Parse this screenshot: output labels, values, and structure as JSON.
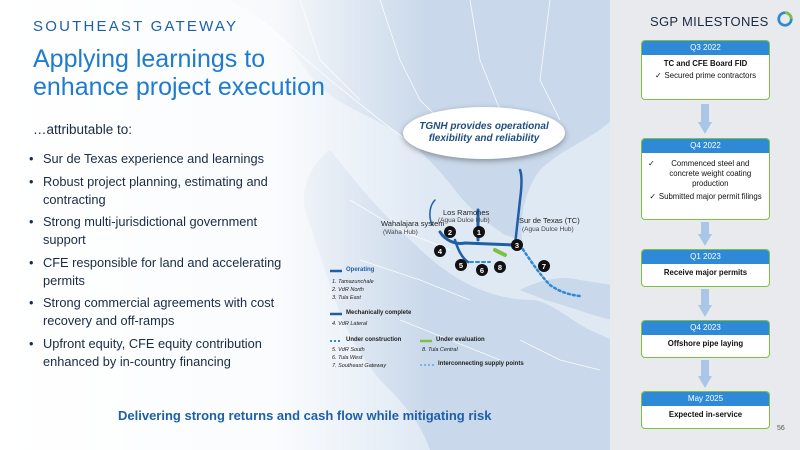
{
  "header": {
    "eyebrow": "SOUTHEAST GATEWAY",
    "title": "Applying learnings to enhance project execution"
  },
  "subtitle": "…attributable to:",
  "bullets": [
    "Sur de Texas experience and learnings",
    "Robust project planning, estimating and contracting",
    "Strong multi-jurisdictional government support",
    "CFE responsible for land and accelerating permits",
    "Strong commercial agreements with cost recovery and off-ramps",
    "Upfront equity, CFE equity contribution enhanced by in-country financing"
  ],
  "footer": "Delivering strong returns and cash flow while mitigating risk",
  "map": {
    "callout": "TGNH provides operational flexibility and reliability",
    "labels": {
      "waha": "Wahalajara system",
      "waha_sub": "(Waha Hub)",
      "ramones": "Los Ramones",
      "ramones_sub": "(Agua Dulce Hub)",
      "sdt": "Sur de Texas (TC)",
      "sdt_sub": "(Agua Dulce Hub)"
    },
    "markers": [
      "1",
      "2",
      "3",
      "4",
      "5",
      "6",
      "7",
      "8"
    ],
    "legend": {
      "operating": "Operating",
      "operating_items": [
        "1.    Tamazunchale",
        "2.    VdR North",
        "3.    Tula East"
      ],
      "mech": "Mechanically complete",
      "mech_items": [
        "4.    VdR Lateral"
      ],
      "under_construction": "Under construction",
      "uc_items": [
        "5.    VdR South",
        "6.    Tula West",
        "7.    Southeast Gateway"
      ],
      "under_evaluation": "Under evaluation",
      "ue_items": [
        "8.    Tula Central"
      ],
      "interconnecting": "Interconnecting supply points"
    },
    "colors": {
      "operating": "#1f5fa8",
      "construction": "#2e8ad6",
      "evaluation": "#7cc142"
    }
  },
  "milestones": {
    "title": "SGP MILESTONES",
    "cards": [
      {
        "quarter": "Q3 2022",
        "headline": "TC and CFE Board FID",
        "checks": [
          "Secured prime contractors"
        ]
      },
      {
        "quarter": "Q4 2022",
        "headline": "",
        "checks": [
          "Commenced steel and concrete weight coating production",
          "Submitted major permit filings"
        ]
      },
      {
        "quarter": "Q1 2023",
        "headline": "Receive major permits",
        "checks": []
      },
      {
        "quarter": "Q4 2023",
        "headline": "Offshore pipe laying",
        "checks": []
      },
      {
        "quarter": "May 2025",
        "headline": "Expected in-service",
        "checks": []
      }
    ]
  },
  "page_number": "56"
}
